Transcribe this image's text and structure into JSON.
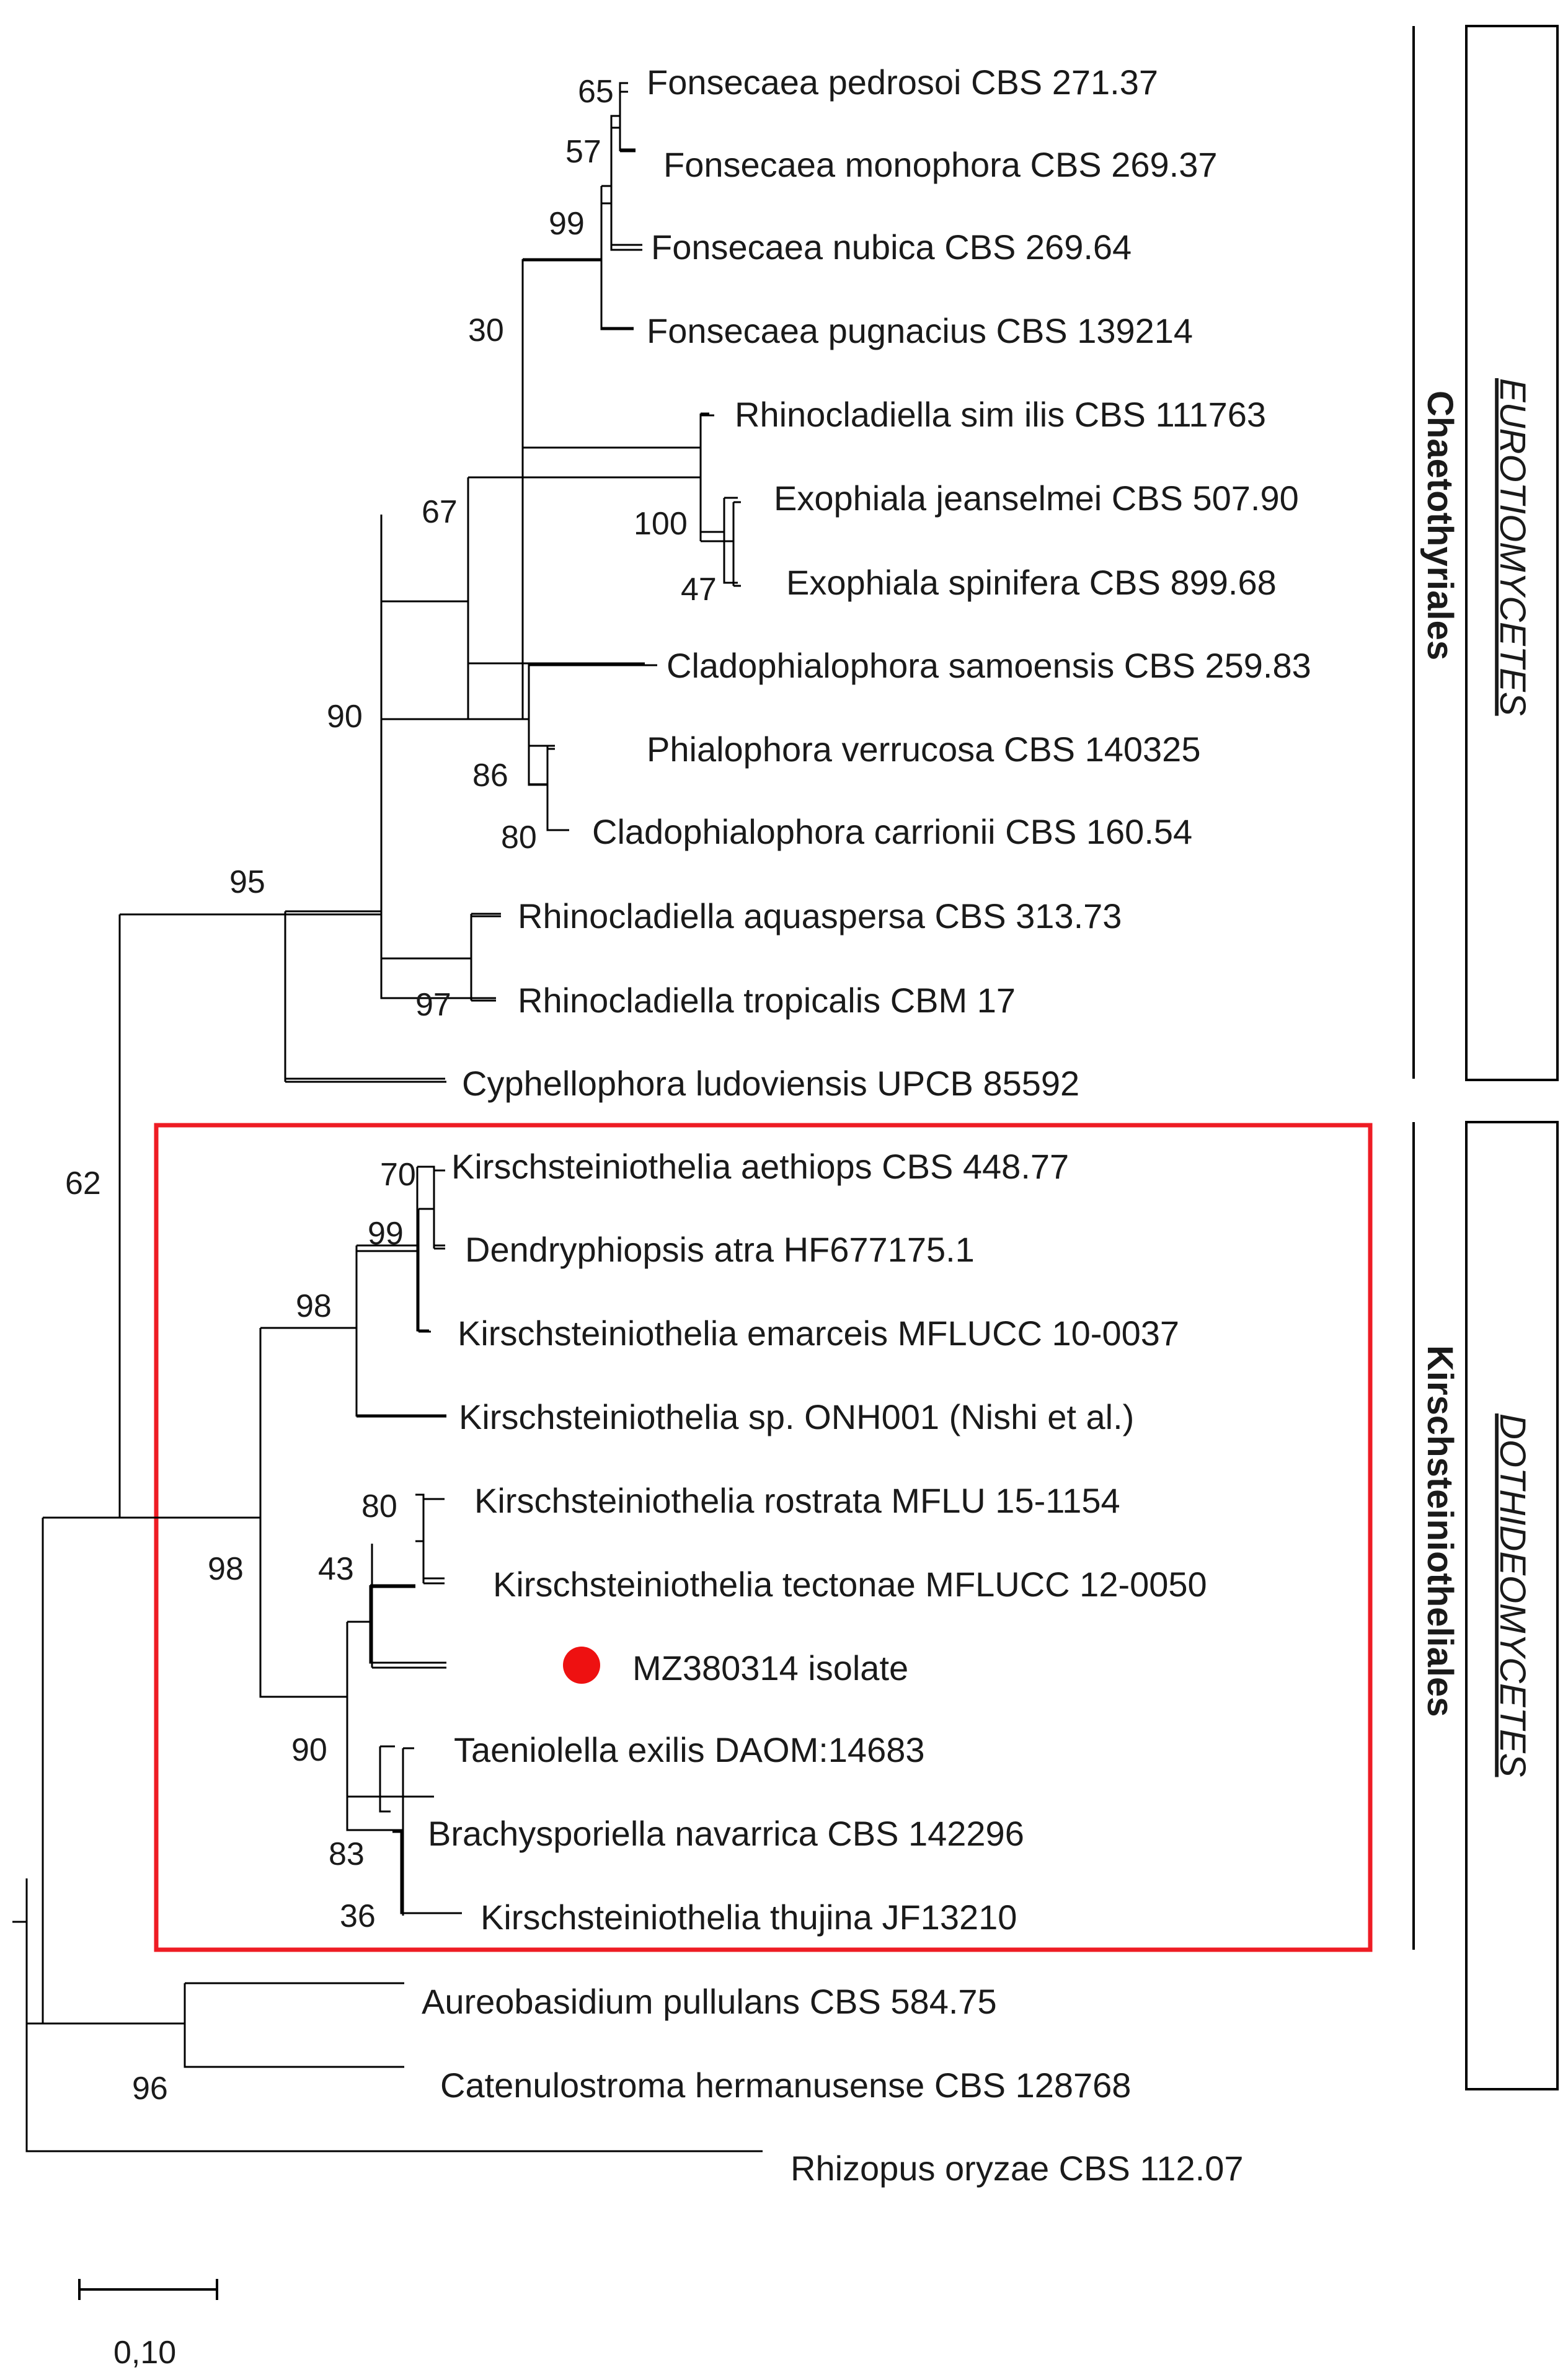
{
  "colors": {
    "highlight": "#ee1c24",
    "isolate_marker": "#ee1111",
    "line": "#000000"
  },
  "taxa": [
    {
      "id": "t1",
      "label": "Fonsecaea pedrosoi CBS 271.37"
    },
    {
      "id": "t2",
      "label": "Fonsecaea monophora CBS 269.37"
    },
    {
      "id": "t3",
      "label": "Fonsecaea nubica CBS 269.64"
    },
    {
      "id": "t4",
      "label": "Fonsecaea pugnacius CBS 139214"
    },
    {
      "id": "t5",
      "label": "Rhinocladiella sim ilis CBS 111763"
    },
    {
      "id": "t6",
      "label": "Exophiala jeanselmei CBS 507.90"
    },
    {
      "id": "t7",
      "label": "Exophiala spinifera CBS 899.68"
    },
    {
      "id": "t8",
      "label": "Cladophialophora samoensis CBS 259.83"
    },
    {
      "id": "t9",
      "label": "Phialophora verrucosa CBS 140325"
    },
    {
      "id": "t10",
      "label": "Cladophialophora carrionii CBS 160.54"
    },
    {
      "id": "t11",
      "label": "Rhinocladiella aquaspersa CBS 313.73"
    },
    {
      "id": "t12",
      "label": "Rhinocladiella tropicalis CBM 17"
    },
    {
      "id": "t13",
      "label": "Cyphellophora ludoviensis UPCB 85592"
    },
    {
      "id": "t14",
      "label": "Kirschsteiniothelia aethiops CBS 448.77"
    },
    {
      "id": "t15",
      "label": "Dendryphiopsis atra HF677175.1"
    },
    {
      "id": "t16",
      "label": "Kirschsteiniothelia emarceis MFLUCC 10-0037"
    },
    {
      "id": "t17",
      "label": "Kirschsteiniothelia sp. ONH001 (Nishi et al.)"
    },
    {
      "id": "t18",
      "label": "Kirschsteiniothelia rostrata MFLU 15-1154"
    },
    {
      "id": "t19",
      "label": "Kirschsteiniothelia tectonae MFLUCC 12-0050"
    },
    {
      "id": "t20",
      "label": "MZ380314 isolate"
    },
    {
      "id": "t21",
      "label": "Taeniolella exilis DAOM:14683"
    },
    {
      "id": "t22",
      "label": "Brachysporiella navarrica CBS 142296"
    },
    {
      "id": "t23",
      "label": "Kirschsteiniothelia thujina JF13210"
    },
    {
      "id": "t24",
      "label": "Aureobasidium pullulans CBS 584.75"
    },
    {
      "id": "t25",
      "label": "Catenulostroma hermanusense CBS 128768"
    },
    {
      "id": "t26",
      "label": "Rhizopus oryzae CBS 112.07"
    }
  ],
  "bootstrap": [
    "65",
    "57",
    "99",
    "30",
    "100",
    "47",
    "67",
    "86",
    "80",
    "90",
    "97",
    "95",
    "70",
    "99",
    "98",
    "80",
    "43",
    "98",
    "90",
    "83",
    "36",
    "62",
    "96"
  ],
  "groups": {
    "order_top": "Chaetothyriales",
    "order_bottom": "Kirschsteiniotheliales",
    "class_top": "EUROTIOMYCETES",
    "class_bottom": "DOTHIDEOMYCETES"
  },
  "scale": {
    "value": 0.1,
    "label": "0,10"
  }
}
